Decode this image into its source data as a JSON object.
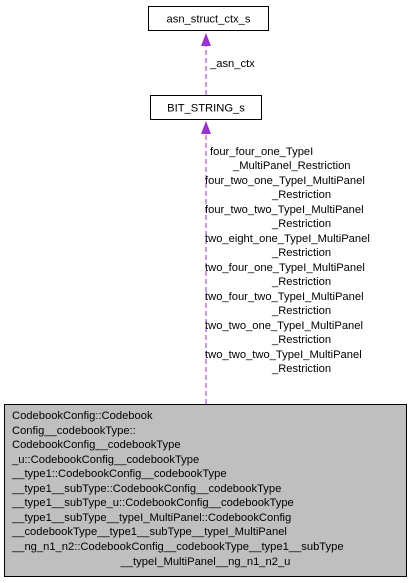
{
  "nodes": {
    "asn_struct": {
      "label": "asn_struct_ctx_s"
    },
    "bit_string": {
      "label": "BIT_STRING_s"
    },
    "codebook": {
      "lines": [
        "CodebookConfig::Codebook",
        "Config__codebookType::",
        "CodebookConfig__codebookType",
        "_u::CodebookConfig__codebookType",
        "__type1::CodebookConfig__codebookType",
        "__type1__subType::CodebookConfig__codebookType",
        "__type1__subType_u::CodebookConfig__codebookType",
        "__type1__subType__typeI_MultiPanel::CodebookConfig",
        "__codebookType__type1__subType__typeI_MultiPanel",
        "__ng_n1_n2::CodebookConfig__codebookType__type1__subType",
        "__typeI_MultiPanel__ng_n1_n2_u"
      ]
    }
  },
  "edges": {
    "asn_ctx_label": "_asn_ctx",
    "restriction_labels": [
      "four_four_one_TypeI",
      "_MultiPanel_Restriction",
      "four_two_one_TypeI_MultiPanel",
      "_Restriction",
      "four_two_two_TypeI_MultiPanel",
      "_Restriction",
      "two_eight_one_TypeI_MultiPanel",
      "_Restriction",
      "two_four_one_TypeI_MultiPanel",
      "_Restriction",
      "two_four_two_TypeI_MultiPanel",
      "_Restriction",
      "two_two_one_TypeI_MultiPanel",
      "_Restriction",
      "two_two_two_TypeI_MultiPanel",
      "_Restriction"
    ]
  },
  "colors": {
    "edge": "#9a32cd",
    "arrowhead": "#9a32cd",
    "node_fill_plain": "#ffffff",
    "node_fill_focus": "#bfbfbf",
    "node_border": "#000000"
  }
}
